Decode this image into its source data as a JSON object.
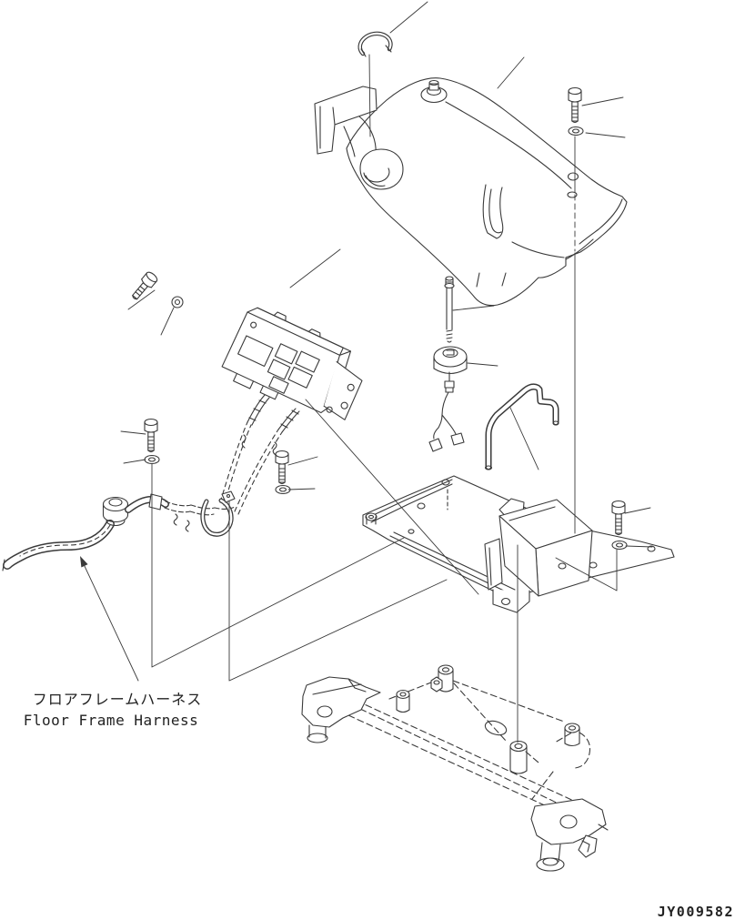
{
  "figure": {
    "caption_jp": "フロアフレームハーネス",
    "caption_en": "Floor Frame Harness",
    "drawing_number": "JY009582"
  },
  "style": {
    "line_color": "#3a3a3a",
    "background": "#ffffff"
  }
}
